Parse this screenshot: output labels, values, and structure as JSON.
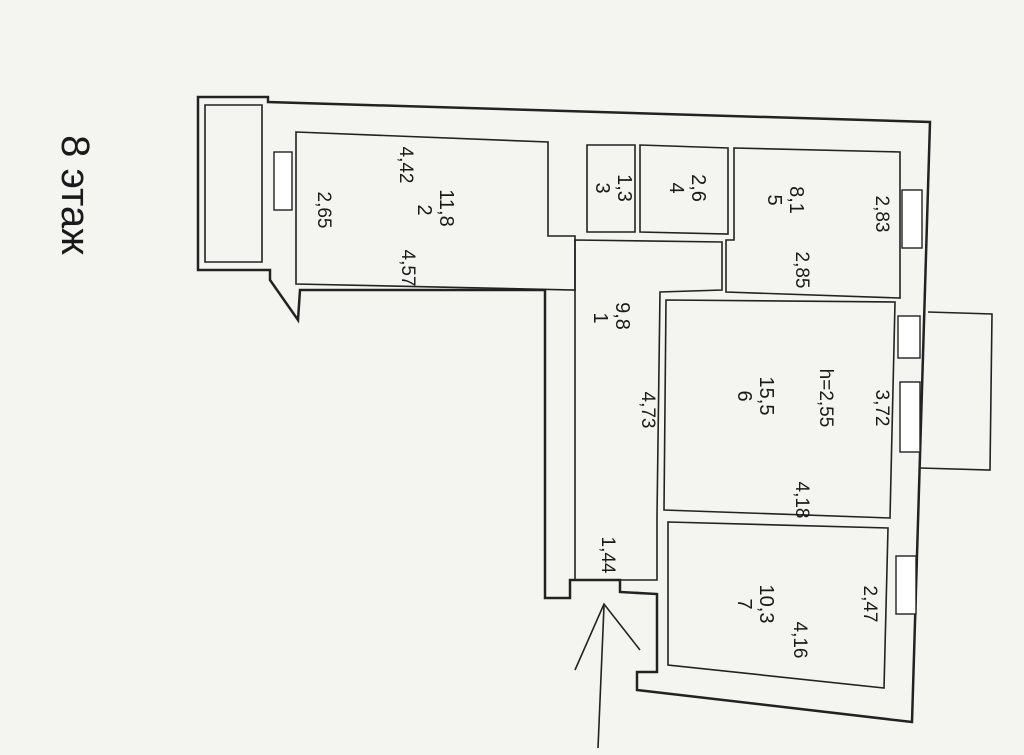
{
  "floor_label": "8 этаж",
  "rooms": [
    {
      "number": "1",
      "area": "9,8",
      "dimension": "4,73",
      "dimension_secondary": "1,44"
    },
    {
      "number": "2",
      "area": "11,8",
      "dimension_top": "4,42",
      "dimension_bottom": "4,57",
      "dimension_side": "2,65"
    },
    {
      "number": "3",
      "area": "1,3"
    },
    {
      "number": "4",
      "area": "2,6"
    },
    {
      "number": "5",
      "area": "8,1",
      "dimension_side": "2,83",
      "dimension_bottom": "2,85"
    },
    {
      "number": "6",
      "area": "15,5",
      "height": "h=2,55",
      "dimension_side": "3,72",
      "dimension_bottom": "4,18"
    },
    {
      "number": "7",
      "area": "10,3",
      "dimension_side": "2,47",
      "dimension_bottom": "4,16"
    }
  ],
  "entrance_arrow": "entrance-arrow"
}
